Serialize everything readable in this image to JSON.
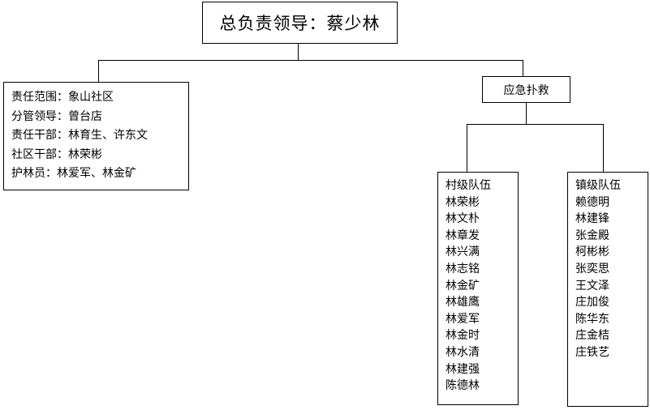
{
  "leader": {
    "title": "总负责领导：蔡少林"
  },
  "responsibility": {
    "lines": [
      "责任范围：象山社区",
      "分管领导：曾台店",
      "责任干部：林育生、许东文",
      "社区干部：林荣彬",
      "护林员：林爱军、林金矿"
    ]
  },
  "emergency": {
    "label": "应急扑救"
  },
  "village_team": {
    "heading": "村级队伍",
    "members": [
      "林荣彬",
      "林文朴",
      "林章发",
      "林兴满",
      "林志铭",
      "林金矿",
      "林雄鹰",
      "林爱军",
      "林金时",
      "林水清",
      "林建强",
      "陈德林"
    ]
  },
  "town_team": {
    "heading": "镇级队伍",
    "members": [
      "赖德明",
      "林建锋",
      "张金殿",
      "柯彬彬",
      "张奕思",
      "王文泽",
      "庄加俊",
      "陈华东",
      "庄金桔",
      "庄铁艺"
    ]
  }
}
